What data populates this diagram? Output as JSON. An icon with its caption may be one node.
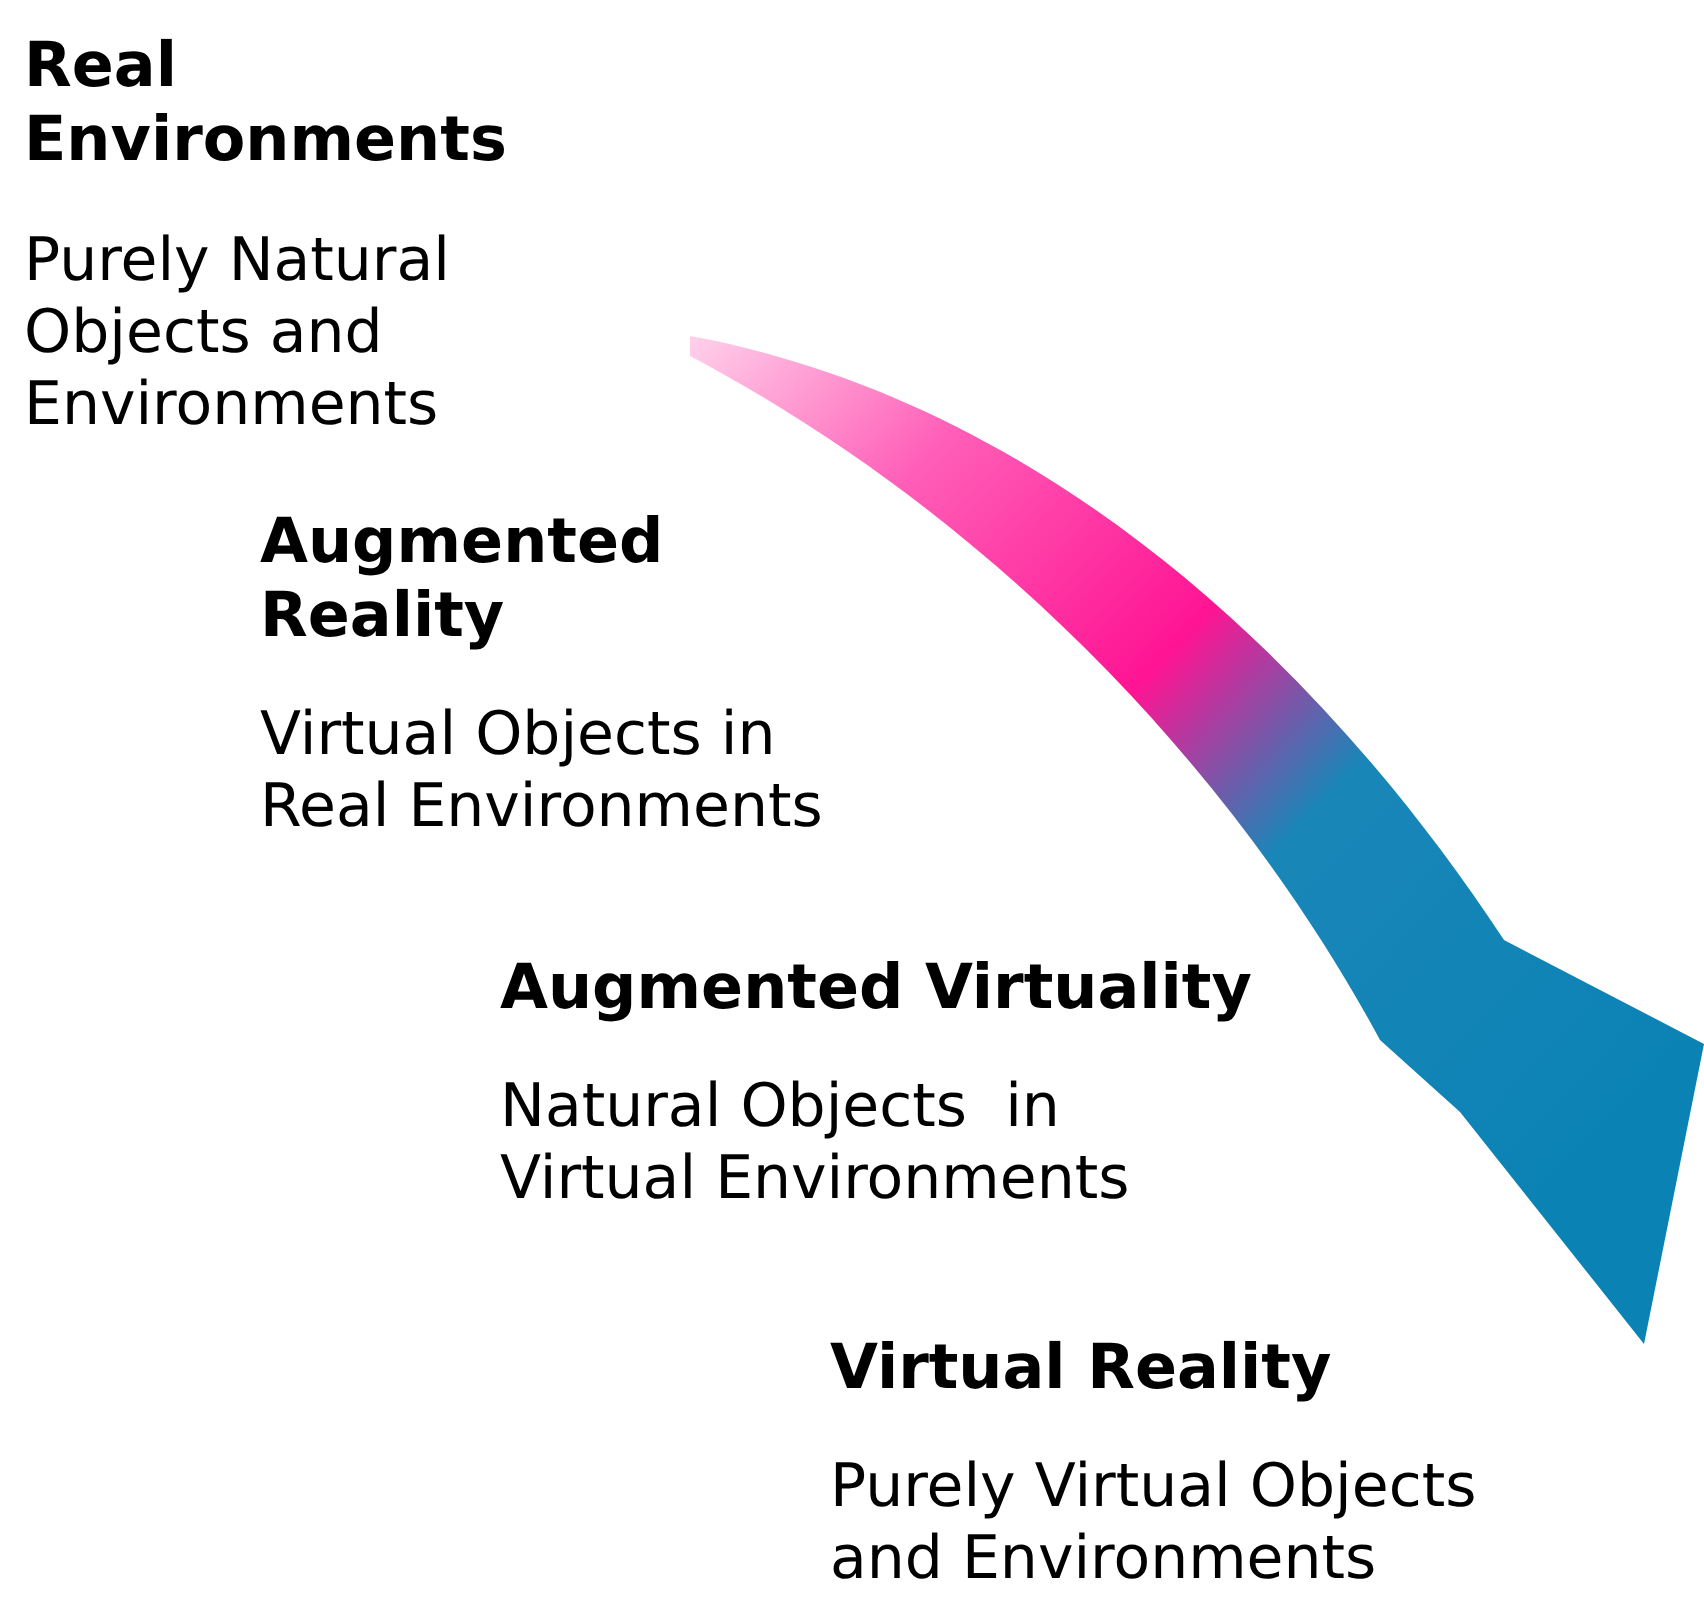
{
  "diagram": {
    "labels": [
      "Real Environments",
      "Purely Natural Objects and Environments",
      "Augmented Reality",
      "Virtual Objects in Real Environments",
      "Augmented Virtuality",
      "Natural Objects  in Virtual Environments",
      "Virtual Reality",
      "Purely Virtual Objects and Environments"
    ]
  }
}
